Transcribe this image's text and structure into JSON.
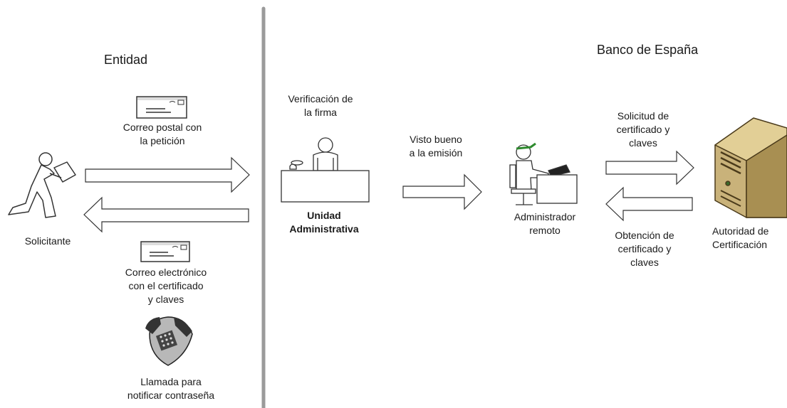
{
  "sections": {
    "left_title": "Entidad",
    "right_title": "Banco de España"
  },
  "labels": {
    "correo_postal": "Correo postal con\nla petición",
    "solicitante": "Solicitante",
    "correo_electronico": "Correo electrónico\ncon el certificado\ny claves",
    "llamada": "Llamada para\nnotificar contraseña",
    "verificacion": "Verificación de\nla firma",
    "unidad": "Unidad\nAdministrativa",
    "visto_bueno": "Visto bueno\na la emisión",
    "administrador": "Administrador\nremoto",
    "solicitud": "Solicitud de\ncertificado y\nclaves",
    "obtencion": "Obtención de\ncertificado y\nclaves",
    "autoridad": "Autoridad de\nCertificación"
  },
  "colors": {
    "divider": "#9a9a9a",
    "stroke": "#333333",
    "server_body": "#c9b27a",
    "server_dark": "#4a3a1a"
  }
}
